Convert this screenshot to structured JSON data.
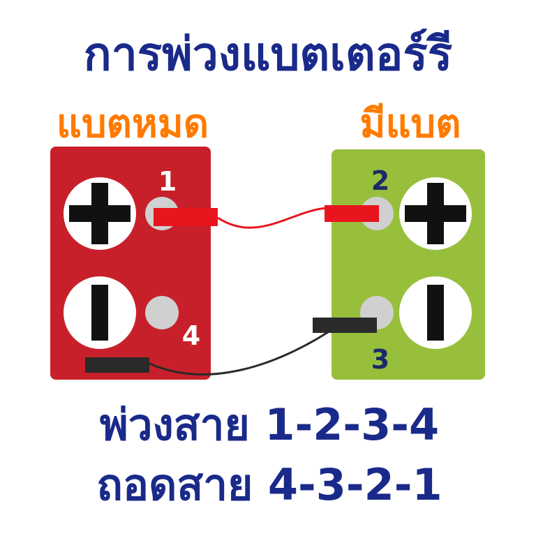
{
  "title": "การพ่วงแบตเตอร์รี",
  "dead_battery": {
    "label": "แบตหมด",
    "terminal_positive_number": "1",
    "terminal_negative_number": "4"
  },
  "good_battery": {
    "label": "มีแบต",
    "terminal_positive_number": "2",
    "terminal_negative_number": "3"
  },
  "instructions": {
    "connect": "พ่วงสาย 1-2-3-4",
    "disconnect": "ถอดสาย 4-3-2-1"
  },
  "colors": {
    "title_text": "#1a2a8a",
    "label_text": "#ff7a00",
    "dead_battery_body": "#c8202a",
    "good_battery_body": "#98bf3c",
    "positive_cable": "#e8141e",
    "negative_cable": "#2a2a2a",
    "terminal_post": "#d0d0d0",
    "terminal_number_on_dead": "#ffffff",
    "terminal_number_on_good": "#1a2a6a"
  }
}
